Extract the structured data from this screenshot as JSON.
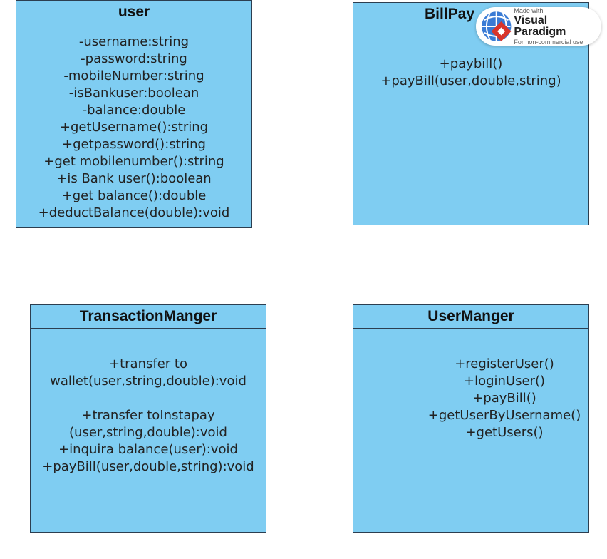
{
  "classes": {
    "user": {
      "name": "user",
      "members": [
        "-username:string",
        "-password:string",
        "-mobileNumber:string",
        "-isBankuser:boolean",
        "-balance:double",
        "+getUsername():string",
        "+getpassword():string",
        "+get mobilenumber():string",
        "+is Bank user():boolean",
        "+get balance():double",
        "+deductBalance(double):void"
      ]
    },
    "bill_payment": {
      "name": "BillPay",
      "members": [
        "+paybill()",
        "+payBill(user,double,string)"
      ]
    },
    "transaction_manager": {
      "name": "TransactionManger",
      "members": [
        "+transfer to wallet(user,string,double):void",
        "+transfer toInstapay (user,string,double):void",
        "+inquira balance(user):void",
        "+payBill(user,double,string):void"
      ]
    },
    "user_manager": {
      "name": "UserManger",
      "members": [
        "+registerUser()",
        "+loginUser()",
        "+payBill()",
        "+getUserByUsername()",
        "+getUsers()"
      ]
    }
  },
  "watermark": {
    "top_text": "Made with",
    "brand": "Visual Paradigm",
    "sub_text": "For non-commercial use",
    "colors": {
      "logo_red": "#d9342b",
      "logo_blue": "#3a7bd5"
    }
  },
  "colors": {
    "class_fill": "#7fcdf2",
    "class_border": "#2c3e50"
  }
}
